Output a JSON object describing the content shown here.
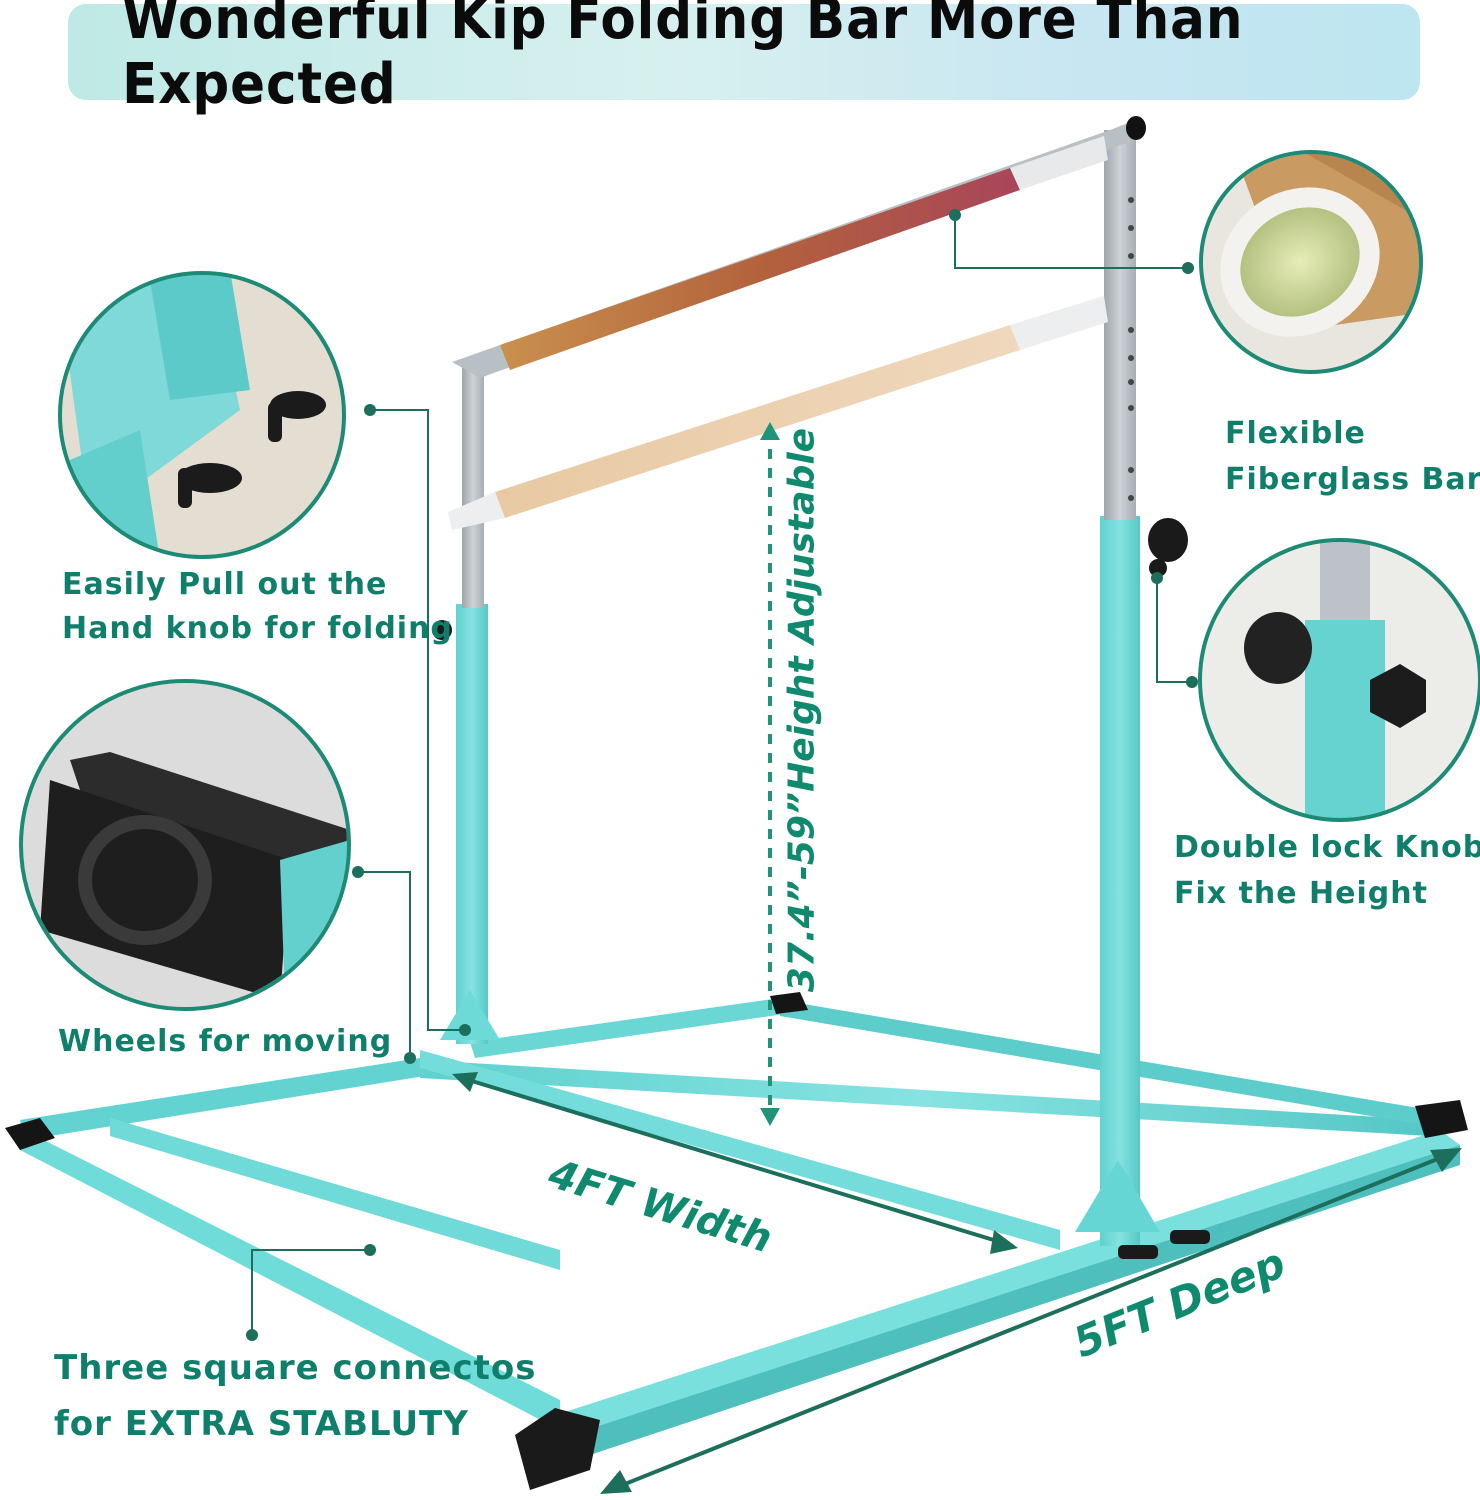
{
  "title": "Wonderful Kip Folding Bar More Than Expected",
  "callouts": {
    "fiberglass": [
      "Flexible",
      "Fiberglass Bar"
    ],
    "hand_knob": [
      "Easily Pull out the",
      "Hand knob for folding"
    ],
    "double_lock": [
      "Double lock Knobs to",
      "Fix the Height"
    ],
    "wheels": "Wheels for moving",
    "connectors": [
      "Three square connectos",
      "for EXTRA STABLUTY"
    ]
  },
  "dimensions": {
    "height": "37.4”-59”Height Adjustable",
    "width": "4FT Width",
    "depth": "5FT Deep"
  },
  "colors": {
    "accent_teal": "#0f7f6b",
    "frame_aqua": "#6fd8d6",
    "upright_grey": "#b8bec4",
    "title_bg": "#cdeeed"
  }
}
